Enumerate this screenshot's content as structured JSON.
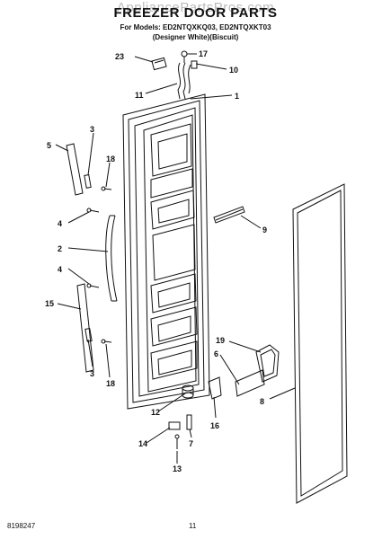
{
  "header": {
    "watermark": "AppliancePartsPros.com",
    "title": "FREEZER DOOR PARTS",
    "models_line": "For Models: ED2NTQXKQ03, ED2NTQXKT03",
    "colors_line": "(Designer White)(Biscuit)"
  },
  "footer": {
    "doc_number": "8198247",
    "page_number": "11"
  },
  "callouts": [
    {
      "id": "23",
      "label": "23"
    },
    {
      "id": "17",
      "label": "17"
    },
    {
      "id": "10",
      "label": "10"
    },
    {
      "id": "11",
      "label": "11"
    },
    {
      "id": "1",
      "label": "1"
    },
    {
      "id": "5",
      "label": "5"
    },
    {
      "id": "3a",
      "label": "3"
    },
    {
      "id": "18a",
      "label": "18"
    },
    {
      "id": "4a",
      "label": "4"
    },
    {
      "id": "2",
      "label": "2"
    },
    {
      "id": "4b",
      "label": "4"
    },
    {
      "id": "15",
      "label": "15"
    },
    {
      "id": "3b",
      "label": "3"
    },
    {
      "id": "18b",
      "label": "18"
    },
    {
      "id": "9",
      "label": "9"
    },
    {
      "id": "19",
      "label": "19"
    },
    {
      "id": "6",
      "label": "6"
    },
    {
      "id": "8",
      "label": "8"
    },
    {
      "id": "12",
      "label": "12"
    },
    {
      "id": "16",
      "label": "16"
    },
    {
      "id": "14",
      "label": "14"
    },
    {
      "id": "7",
      "label": "7"
    },
    {
      "id": "13",
      "label": "13"
    }
  ]
}
